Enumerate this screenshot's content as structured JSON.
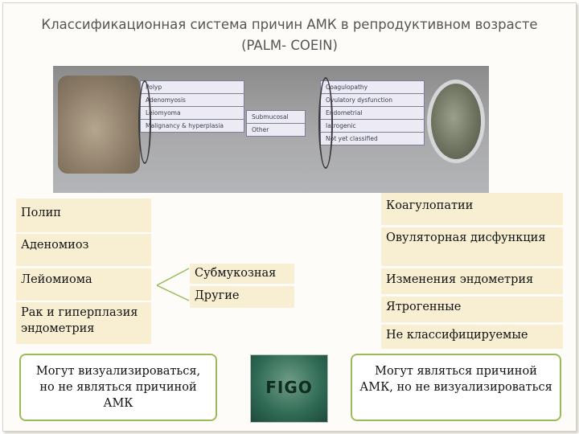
{
  "slide": {
    "title": "Классификационная система причин АМК в репродуктивном возрасте (PALM- COEIN)"
  },
  "photo_chart": {
    "left_rows": [
      "Polyp",
      "Adenomyosis",
      "Leiomyoma",
      "Malignancy & hyperplasia"
    ],
    "middle_rows": [
      "Submucosal",
      "Other"
    ],
    "right_rows": [
      "Coagulopathy",
      "Ovulatory dysfunction",
      "Endometrial",
      "Iatrogenic",
      "Not yet classified"
    ]
  },
  "palm": {
    "items": [
      "Полип",
      "Аденомиоз",
      "Лейомиома",
      "Рак и гиперплазия эндометрия"
    ]
  },
  "leiomyoma_sub": {
    "items": [
      "Субмукозная",
      "Другие"
    ]
  },
  "coein": {
    "items": [
      "Коагулопатии",
      "Овуляторная дисфункция",
      "Изменения эндометрия",
      "Ятрогенные",
      "Не классифицируемые"
    ]
  },
  "notes": {
    "left": "Могут визуализироваться, но не являться причиной АМК",
    "right": "Могут являться причиной АМК, но не визуализироваться"
  },
  "logo": {
    "text": "FIGO"
  },
  "colors": {
    "cell_bg": "#f8efd2",
    "note_border": "#9bbb59",
    "title_text": "#555555"
  }
}
